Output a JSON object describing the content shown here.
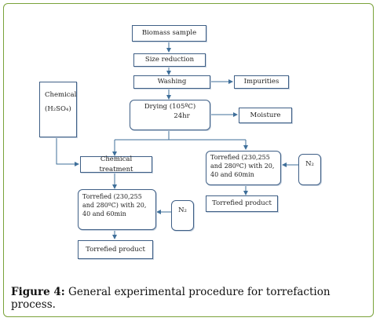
{
  "nodes": {
    "biomass": "Biomass sample",
    "size_reduction": "Size reduction",
    "washing": "Washing",
    "impurities": "Impurities",
    "drying_line1": "Drying (105ºC)",
    "drying_line2": "24hr",
    "moisture": "Moisture",
    "chemical_line1": "Chemical",
    "chemical_line2": "(H₂SO₄)",
    "chemical_treatment": "Chemical treatment",
    "torrefied_right": "Torrefied (230,255 and 280ºC) with 20, 40 and 60min",
    "n2_right": "N₂",
    "product_right": "Torrefied product",
    "torrefied_left": "Torrefied (230,255 and 280ºC) with 20, 40 and 60min",
    "n2_left": "N₂",
    "product_left": "Torrefied product"
  },
  "caption": {
    "label": "Figure 4:",
    "text": "General experimental procedure for torrefaction process."
  },
  "colors": {
    "border": "#7aa23a",
    "box": "#3f5f86",
    "arrow": "#3f6f9a"
  }
}
